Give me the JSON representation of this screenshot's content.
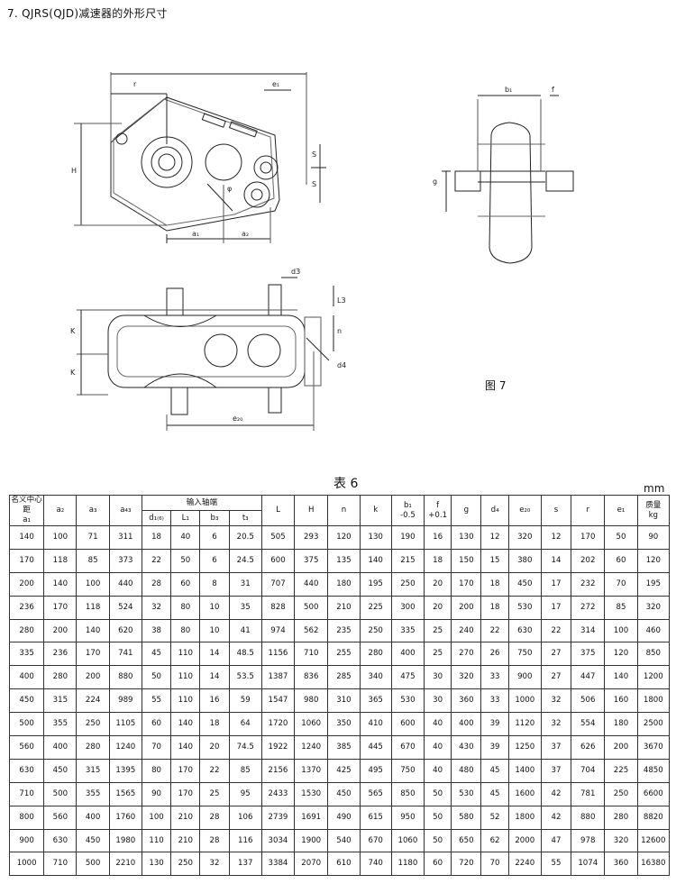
{
  "title": "7. QJRS(QJD)减速器的外形尺寸",
  "figure_label": "图 7",
  "drawing_labels": {
    "r": "r",
    "e1": "e₁",
    "H": "H",
    "S": "S",
    "a1": "a₁",
    "a2": "a₂",
    "phi": "φ",
    "b1": "b₁",
    "f": "f",
    "g": "g",
    "d3": "d3",
    "L3": "L3",
    "K": "K",
    "n": "n",
    "d4": "d4",
    "e2": "e₂₀"
  },
  "table": {
    "caption": "表 6",
    "unit": "mm",
    "header": {
      "a1": "名义中心距",
      "a1_sym": "a₁",
      "a2": "a₂",
      "a3": "a₃",
      "a4": "a₄₃",
      "input_group": "输入轴端",
      "d": "d₁₍₆₎",
      "l": "L₁",
      "b": "b₃",
      "t": "t₃",
      "L": "L",
      "H": "H",
      "n": "n",
      "k": "k",
      "b1": "b₁",
      "b1_tol": "-0.5",
      "f": "f",
      "f_tol": "+0.1",
      "g": "g",
      "d4": "d₄",
      "e2": "e₂₀",
      "s": "s",
      "r": "r",
      "e": "e₁",
      "mass": "质量",
      "mass_unit": "kg"
    },
    "rows": [
      [
        "140",
        "100",
        "71",
        "311",
        "18",
        "40",
        "6",
        "20.5",
        "505",
        "293",
        "120",
        "130",
        "190",
        "16",
        "130",
        "12",
        "320",
        "12",
        "170",
        "50",
        "90"
      ],
      [
        "170",
        "118",
        "85",
        "373",
        "22",
        "50",
        "6",
        "24.5",
        "600",
        "375",
        "135",
        "140",
        "215",
        "18",
        "150",
        "15",
        "380",
        "14",
        "202",
        "60",
        "120"
      ],
      [
        "200",
        "140",
        "100",
        "440",
        "28",
        "60",
        "8",
        "31",
        "707",
        "440",
        "180",
        "195",
        "250",
        "20",
        "170",
        "18",
        "450",
        "17",
        "232",
        "70",
        "195"
      ],
      [
        "236",
        "170",
        "118",
        "524",
        "32",
        "80",
        "10",
        "35",
        "828",
        "500",
        "210",
        "225",
        "300",
        "20",
        "200",
        "18",
        "530",
        "17",
        "272",
        "85",
        "320"
      ],
      [
        "280",
        "200",
        "140",
        "620",
        "38",
        "80",
        "10",
        "41",
        "974",
        "562",
        "235",
        "250",
        "335",
        "25",
        "240",
        "22",
        "630",
        "22",
        "314",
        "100",
        "460"
      ],
      [
        "335",
        "236",
        "170",
        "741",
        "45",
        "110",
        "14",
        "48.5",
        "1156",
        "710",
        "255",
        "280",
        "400",
        "25",
        "270",
        "26",
        "750",
        "27",
        "375",
        "120",
        "850"
      ],
      [
        "400",
        "280",
        "200",
        "880",
        "50",
        "110",
        "14",
        "53.5",
        "1387",
        "836",
        "285",
        "340",
        "475",
        "30",
        "320",
        "33",
        "900",
        "27",
        "447",
        "140",
        "1200"
      ],
      [
        "450",
        "315",
        "224",
        "989",
        "55",
        "110",
        "16",
        "59",
        "1547",
        "980",
        "310",
        "365",
        "530",
        "30",
        "360",
        "33",
        "1000",
        "32",
        "506",
        "160",
        "1800"
      ],
      [
        "500",
        "355",
        "250",
        "1105",
        "60",
        "140",
        "18",
        "64",
        "1720",
        "1060",
        "350",
        "410",
        "600",
        "40",
        "400",
        "39",
        "1120",
        "32",
        "554",
        "180",
        "2500"
      ],
      [
        "560",
        "400",
        "280",
        "1240",
        "70",
        "140",
        "20",
        "74.5",
        "1922",
        "1240",
        "385",
        "445",
        "670",
        "40",
        "430",
        "39",
        "1250",
        "37",
        "626",
        "200",
        "3670"
      ],
      [
        "630",
        "450",
        "315",
        "1395",
        "80",
        "170",
        "22",
        "85",
        "2156",
        "1370",
        "425",
        "495",
        "750",
        "40",
        "480",
        "45",
        "1400",
        "37",
        "704",
        "225",
        "4850"
      ],
      [
        "710",
        "500",
        "355",
        "1565",
        "90",
        "170",
        "25",
        "95",
        "2433",
        "1530",
        "450",
        "565",
        "850",
        "50",
        "530",
        "45",
        "1600",
        "42",
        "781",
        "250",
        "6600"
      ],
      [
        "800",
        "560",
        "400",
        "1760",
        "100",
        "210",
        "28",
        "106",
        "2739",
        "1691",
        "490",
        "615",
        "950",
        "50",
        "580",
        "52",
        "1800",
        "42",
        "880",
        "280",
        "8820"
      ],
      [
        "900",
        "630",
        "450",
        "1980",
        "110",
        "210",
        "28",
        "116",
        "3034",
        "1900",
        "540",
        "670",
        "1060",
        "50",
        "650",
        "62",
        "2000",
        "47",
        "978",
        "320",
        "12600"
      ],
      [
        "1000",
        "710",
        "500",
        "2210",
        "130",
        "250",
        "32",
        "137",
        "3384",
        "2070",
        "610",
        "740",
        "1180",
        "60",
        "720",
        "70",
        "2240",
        "55",
        "1074",
        "360",
        "16380"
      ]
    ]
  }
}
